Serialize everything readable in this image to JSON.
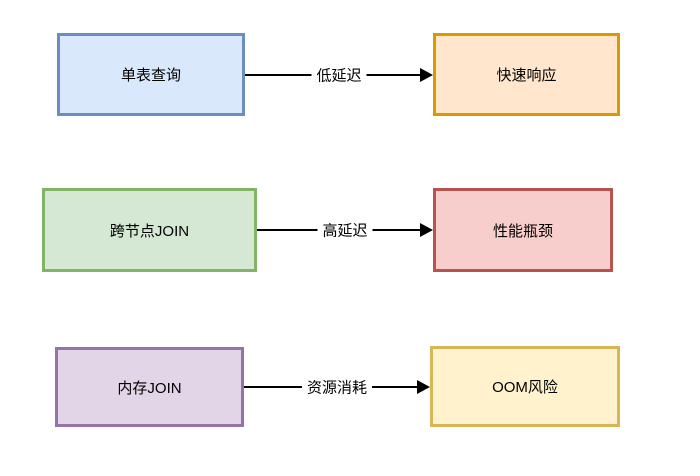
{
  "canvas": {
    "background": "#ffffff",
    "arrow_color": "#000000",
    "edge_label_background": "#ffffff",
    "text_color": "#000000"
  },
  "rows": [
    {
      "source": {
        "label": "单表查询",
        "fill": "#dae8fc",
        "stroke": "#6c8ebf"
      },
      "edge": {
        "label": "低延迟"
      },
      "target": {
        "label": "快速响应",
        "fill": "#ffe6cc",
        "stroke": "#d79b00"
      }
    },
    {
      "source": {
        "label": "跨节点JOIN",
        "fill": "#d5e8d4",
        "stroke": "#82b366"
      },
      "edge": {
        "label": "高延迟"
      },
      "target": {
        "label": "性能瓶颈",
        "fill": "#f8cecc",
        "stroke": "#b85450"
      }
    },
    {
      "source": {
        "label": "内存JOIN",
        "fill": "#e1d5e7",
        "stroke": "#9673a6"
      },
      "edge": {
        "label": "资源消耗"
      },
      "target": {
        "label": "OOM风险",
        "fill": "#fff2cc",
        "stroke": "#d6b656"
      }
    }
  ]
}
